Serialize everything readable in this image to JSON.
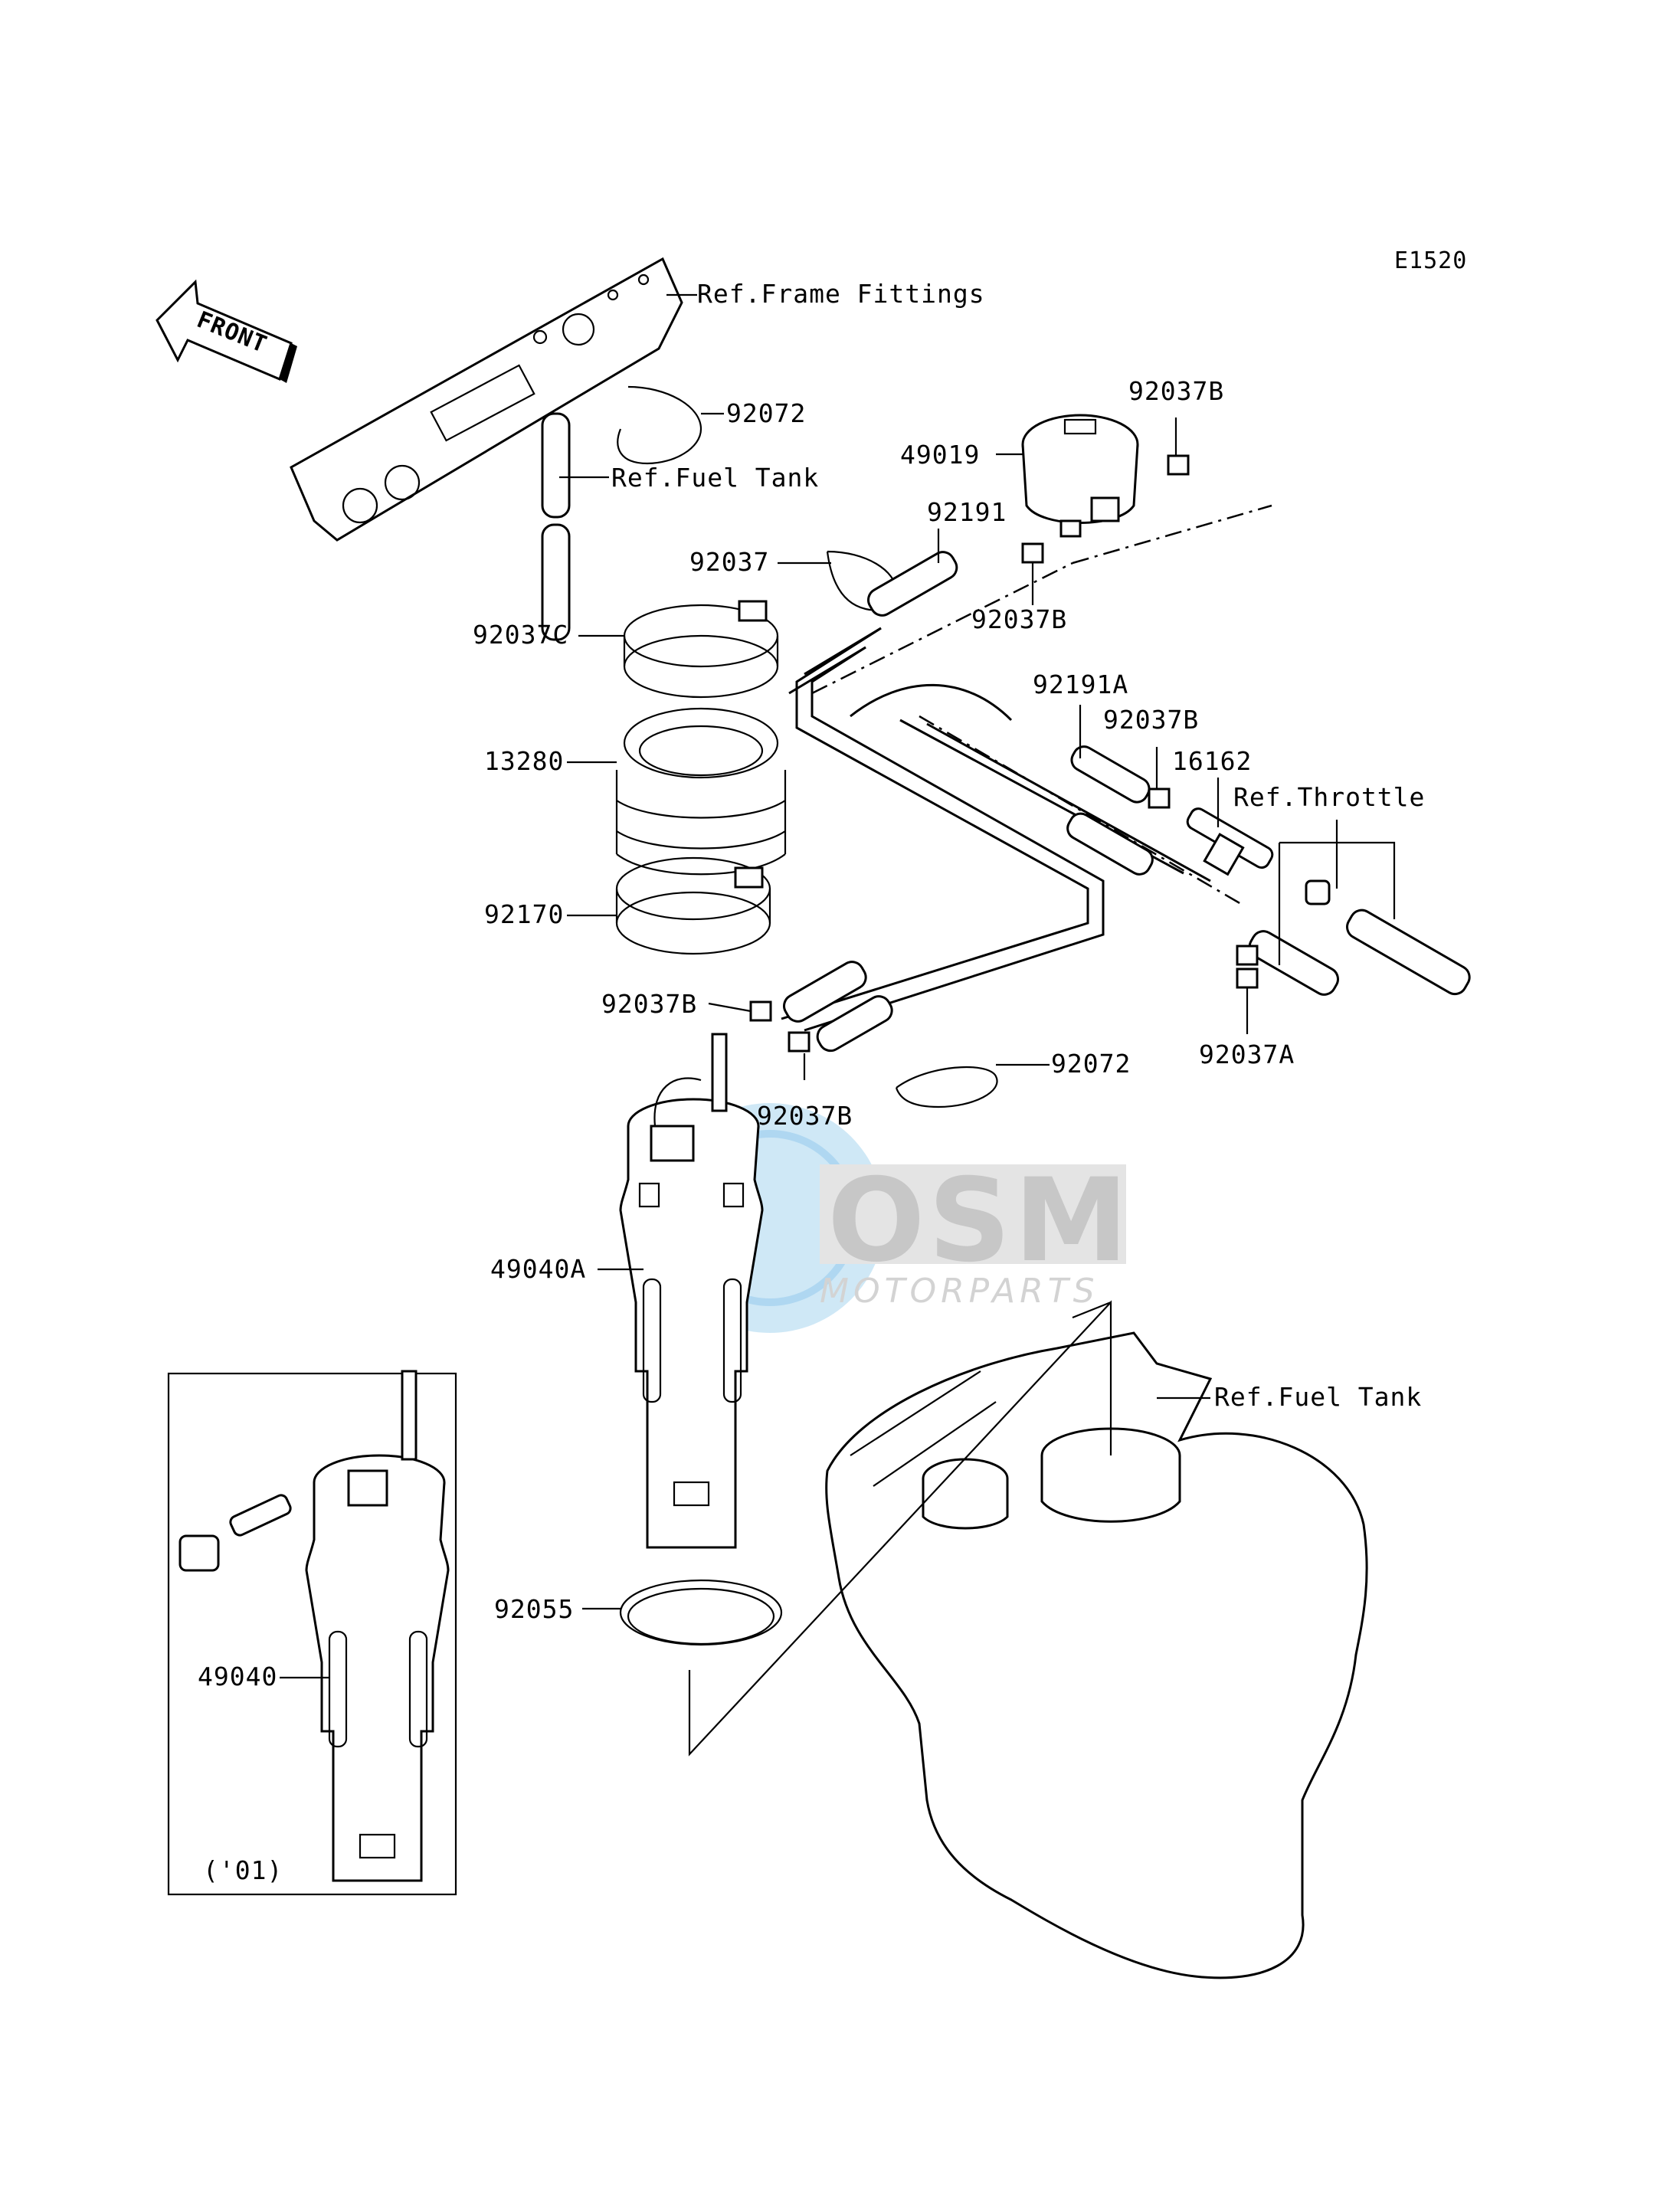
{
  "diagram_code": "E1520",
  "front_label": "FRONT",
  "watermark": {
    "brand": "OSM",
    "sub": "MOTORPARTS"
  },
  "callouts": {
    "ref_frame_fittings": "Ref.Frame Fittings",
    "ref_fuel_tank_top": "Ref.Fuel Tank",
    "ref_fuel_tank_right": "Ref.Fuel Tank",
    "ref_throttle": "Ref.Throttle",
    "p92072_top": "92072",
    "p92072_mid": "92072",
    "p92037B_top": "92037B",
    "p92037B_mid": "92037B",
    "p92037B_right": "92037B",
    "p92037B_left": "92037B",
    "p92037B_pump": "92037B",
    "p49019": "49019",
    "p92191": "92191",
    "p92037": "92037",
    "p92037C": "92037C",
    "p92191A": "92191A",
    "p16162": "16162",
    "p13280": "13280",
    "p92170": "92170",
    "p92037A": "92037A",
    "p49040A": "49040A",
    "p92055": "92055",
    "p49040": "49040",
    "inset_year": "('01)"
  }
}
